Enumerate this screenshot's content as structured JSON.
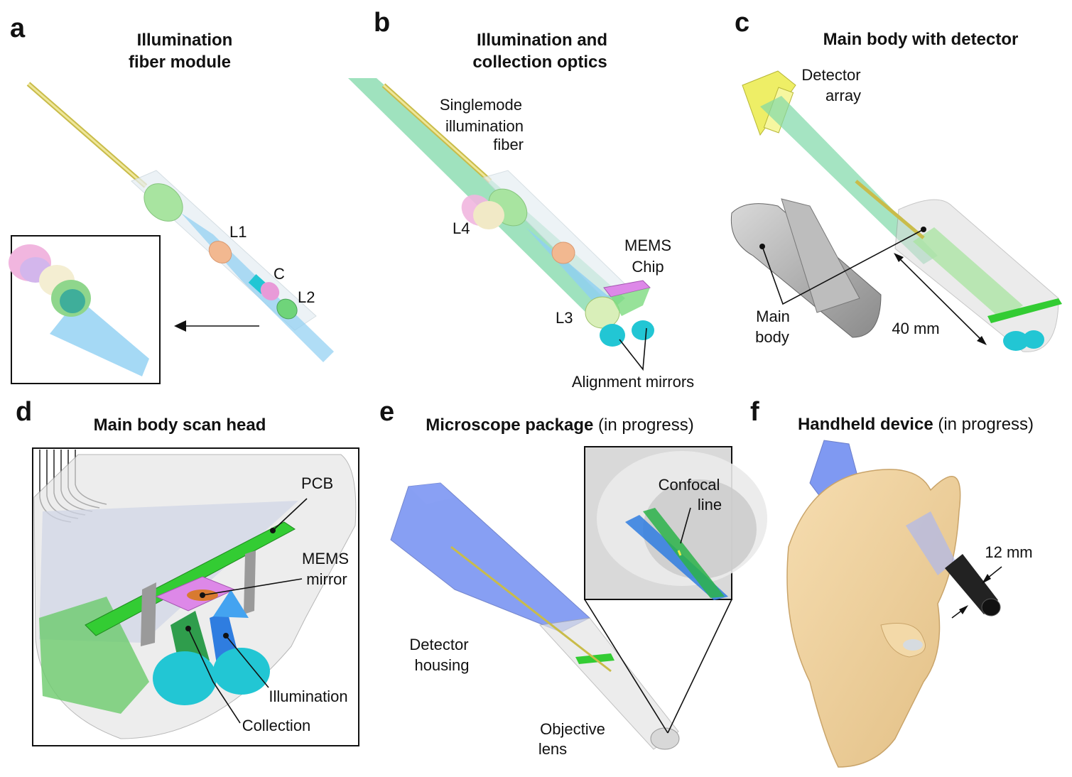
{
  "panels": {
    "a": {
      "letter": "a",
      "title_line1": "Illumination",
      "title_line2": "fiber module",
      "labels": {
        "l1": "L1",
        "c": "C",
        "l2": "L2"
      }
    },
    "b": {
      "letter": "b",
      "title_line1": "Illumination  and",
      "title_line2": "collection optics",
      "labels": {
        "fiber1": "Singlemode",
        "fiber2": "illumination",
        "fiber3": "fiber",
        "l4": "L4",
        "mems1": "MEMS",
        "mems2": "Chip",
        "l3": "L3",
        "align": "Alignment mirrors"
      }
    },
    "c": {
      "letter": "c",
      "title": "Main body with detector",
      "labels": {
        "det1": "Detector",
        "det2": "array",
        "main1": "Main",
        "main2": "body",
        "dim": "40 mm"
      }
    },
    "d": {
      "letter": "d",
      "title": "Main body scan head",
      "labels": {
        "pcb": "PCB",
        "mems1": "MEMS",
        "mems2": "mirror",
        "illum": "Illumination",
        "coll": "Collection"
      }
    },
    "e": {
      "letter": "e",
      "title_bold": "Microscope package",
      "title_normal": " (in progress)",
      "labels": {
        "conf1": "Confocal",
        "conf2": "line",
        "det1": "Detector",
        "det2": "housing",
        "obj1": "Objective",
        "obj2": "lens"
      }
    },
    "f": {
      "letter": "f",
      "title_bold": "Handheld device",
      "title_normal": " (in progress)",
      "labels": {
        "dim": "12 mm"
      }
    }
  },
  "colors": {
    "fiber": "#e6dc7a",
    "green_lens": "#9fe09a",
    "orange_lens": "#f2b890",
    "cyan": "#22c6d4",
    "pink": "#e89ad8",
    "beam_blue": "#8fcff2",
    "beam_green": "#7fd8a8",
    "pcb": "#33cc33",
    "mems": "#dd88e8",
    "housing_blue": "#5577ee",
    "skin": "#f0d29a",
    "gray_body": "#a6a6a6",
    "detector": "#eeee66"
  }
}
